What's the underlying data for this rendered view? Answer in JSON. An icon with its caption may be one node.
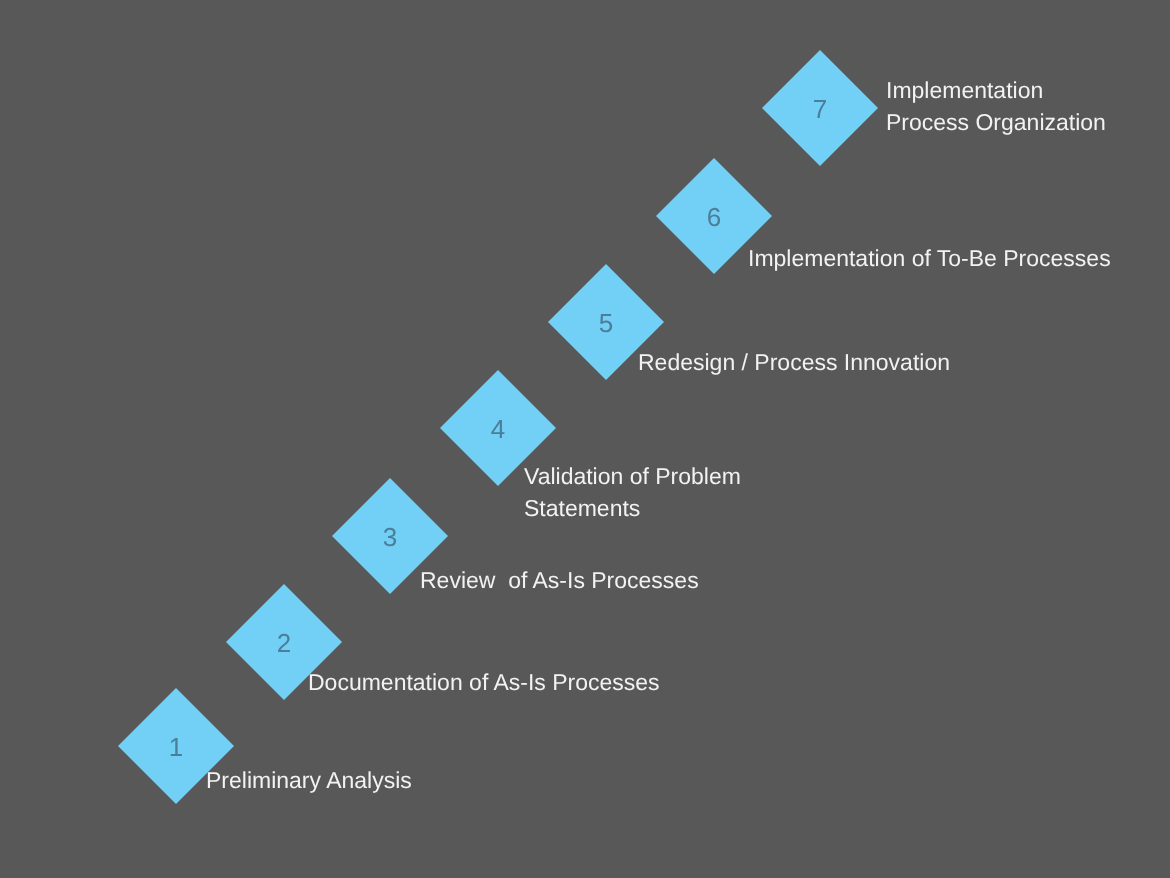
{
  "diagram": {
    "nodes": [
      {
        "text": [
          "1"
        ],
        "beside": [
          "Preliminary Analysis"
        ]
      },
      {
        "text": [
          "2"
        ],
        "beside": [
          "Documentation of As-Is Processes"
        ]
      },
      {
        "text": [
          "3"
        ],
        "beside": [
          "Review  of As-Is Processes"
        ]
      },
      {
        "text": [
          "4"
        ],
        "beside": [
          "Validation of Problem Statements"
        ]
      },
      {
        "text": [
          "5"
        ],
        "beside": [
          "Redesign / Process Innovation"
        ]
      },
      {
        "text": [
          "6"
        ],
        "beside": [
          "Implementation of To-Be Processes"
        ]
      },
      {
        "text": [
          "7"
        ],
        "beside": [
          "Implementation Process Organization"
        ]
      }
    ]
  }
}
